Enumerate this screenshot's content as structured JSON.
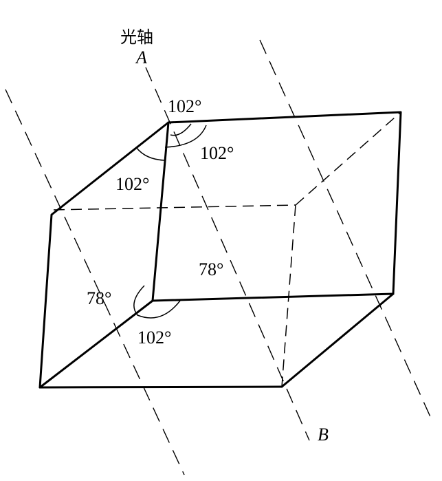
{
  "labels": {
    "optic_axis": "光轴",
    "point_a": "A",
    "point_b": "B",
    "angle_top": "102°",
    "angle_top_right": "102°",
    "angle_top_left": "102°",
    "angle_middle": "78°",
    "angle_left": "78°",
    "angle_bottom": "102°"
  }
}
